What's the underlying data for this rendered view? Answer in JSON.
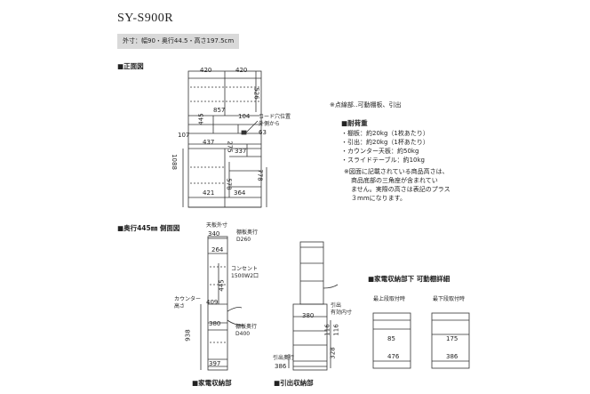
{
  "header": {
    "model": "SY-S900R",
    "dimensions": "外寸：幅90・奥行44.5・高さ197.5cm"
  },
  "front_view": {
    "heading": "■正面図",
    "dims": {
      "top_left": "420",
      "top_right": "420",
      "top_height": "526",
      "total_width": "857",
      "d445": "445",
      "d104": "104",
      "d107": "107",
      "d437": "437",
      "d275": "275",
      "d337": "337",
      "d1088": "1088",
      "d778": "778",
      "d578": "578",
      "d421": "421",
      "d364": "364"
    },
    "cord_label": [
      "コード穴位置",
      "外側から"
    ],
    "cord_value": "63"
  },
  "notes": {
    "dashed": "※点線部‥可動棚板、引出",
    "load_heading": "■耐荷重",
    "load_items": [
      "・棚板：約20kg（1枚あたり）",
      "・引出：約20kg（1杯あたり）",
      "・カウンター天板：約50kg",
      "・スライドテーブル：約10kg"
    ],
    "caution": [
      "※図面に記載されている商品高さは、",
      "商品底部の三角座が含まれてい",
      "ません。実際の高さは表記のプラス",
      "３mmになります。"
    ]
  },
  "side_view": {
    "heading": "■奥行445㎜ 側面図",
    "top_ext_label": "天板外寸",
    "d340": "340",
    "shelf_depth_label": "棚板奥行",
    "shelf_depth_value": "D260",
    "d264": "264",
    "outlet_label": "コンセント",
    "outlet_value": "1500W2口",
    "d445": "445",
    "counter_label": "カウンター",
    "counter_sub": "高さ",
    "d409": "409",
    "d380": "380",
    "d938": "938",
    "lower_depth_label": "棚板奥行",
    "lower_depth_value": "D400",
    "d397": "397",
    "caption": "■家電収納部"
  },
  "drawer_view": {
    "d380": "380",
    "inner_label": "引出",
    "inner_sub": "有効内寸",
    "d116a": "116",
    "d116b": "116",
    "d328": "328",
    "depth_label": "引出奥行",
    "depth_value": "386",
    "caption": "■引出収納部"
  },
  "shelf_detail": {
    "heading": "■家電収納部下 可動棚詳細",
    "left": {
      "label": "最上段取付時",
      "d85": "85",
      "d476": "476"
    },
    "right": {
      "label": "最下段取付時",
      "d175": "175",
      "d386": "386"
    }
  }
}
